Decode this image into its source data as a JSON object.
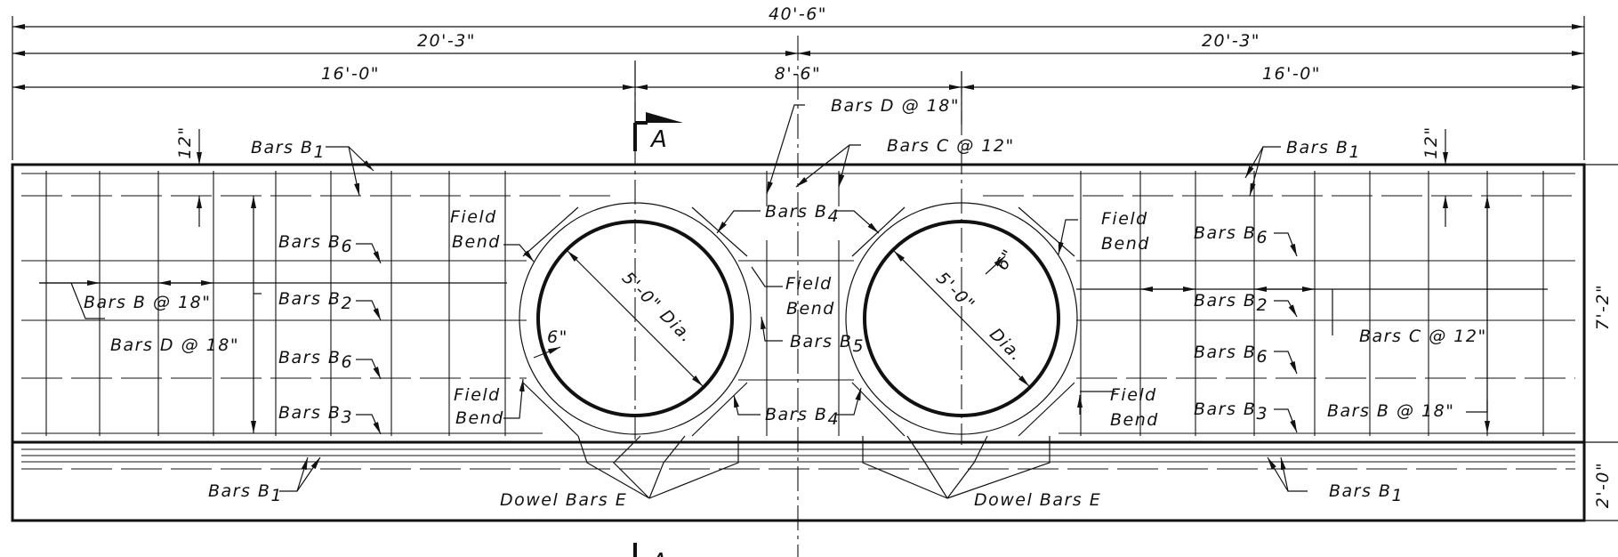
{
  "dimensions": {
    "overall": "40'-6\"",
    "left_half": "20'-3\"",
    "right_half": "20'-3\"",
    "left_segment": "16'-0\"",
    "center_segment": "8'-6\"",
    "right_segment": "16'-0\"",
    "top_cover_left": "12\"",
    "top_cover_right": "12\"",
    "wall_height": "7'-2\"",
    "footing_height": "2'-0\"",
    "clearance_left": "6\"",
    "clearance_right": "6\"",
    "pipe_left": "5'-0\" Dia.",
    "pipe_right_a": "5'-0\"",
    "pipe_right_b": "Dia."
  },
  "section": {
    "mark": "A"
  },
  "labels": {
    "bars_b1": "Bars B",
    "bars_b1_sub": "1",
    "bars_b2": "Bars B",
    "bars_b2_sub": "2",
    "bars_b3": "Bars B",
    "bars_b3_sub": "3",
    "bars_b4": "Bars B",
    "bars_b4_sub": "4",
    "bars_b5": "Bars B",
    "bars_b5_sub": "5",
    "bars_b6": "Bars B",
    "bars_b6_sub": "6",
    "bars_b_18": "Bars B @ 18\"",
    "bars_c_12": "Bars C @ 12\"",
    "bars_d_18": "Bars D @ 18\"",
    "field": "Field",
    "bend": "Bend",
    "dowel_bars_e": "Dowel Bars E"
  }
}
